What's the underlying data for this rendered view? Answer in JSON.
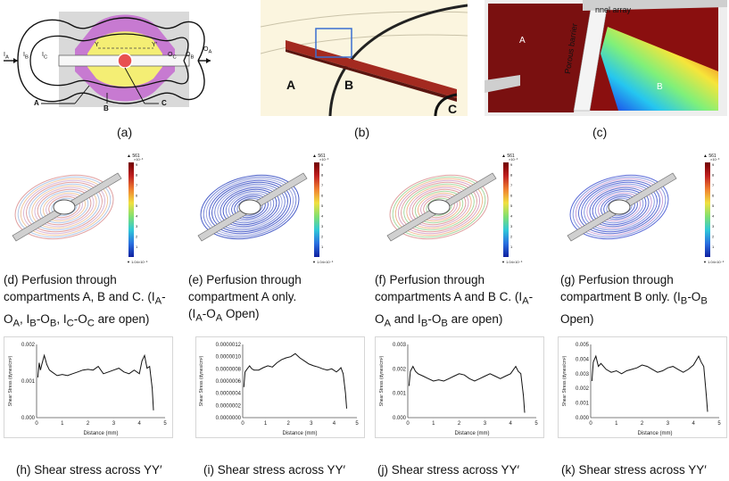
{
  "panel_a": {
    "caption": "(a)",
    "labels": {
      "ia": "I",
      "ia_sub": "A",
      "ib": "I",
      "ib_sub": "B",
      "ic": "I",
      "ic_sub": "C",
      "oc": "O",
      "oc_sub": "C",
      "ob": "O",
      "ob_sub": "B",
      "oa": "O",
      "oa_sub": "A",
      "y": "Y",
      "y2": "Y'",
      "a": "A",
      "b": "B",
      "c": "C"
    }
  },
  "panel_b": {
    "caption": "(b)",
    "labels": {
      "a": "A",
      "b": "B",
      "c": "C"
    }
  },
  "panel_c": {
    "caption": "(c)",
    "labels": {
      "a": "A",
      "b": "B",
      "porous": "Porous barrier",
      "array": "nnel array"
    }
  },
  "colorbars": [
    {
      "top": "▲ 561",
      "exp": "×10⁻³",
      "bottom": "▼ 1.04×10⁻⁶",
      "ticks": [
        "9",
        "8",
        "7",
        "6",
        "5",
        "4",
        "3",
        "2",
        "1"
      ]
    },
    {
      "top": "▲ 561",
      "exp": "×10⁻³",
      "bottom": "▼ 1.04×10⁻⁶",
      "ticks": [
        "9",
        "8",
        "7",
        "6",
        "5",
        "4",
        "3",
        "2",
        "1"
      ]
    },
    {
      "top": "▲ 561",
      "exp": "×10⁻³",
      "bottom": "▼ 1.04×10⁻⁶",
      "ticks": [
        "9",
        "8",
        "7",
        "6",
        "5",
        "4",
        "3",
        "2",
        "1"
      ]
    },
    {
      "top": "▲ 561",
      "exp": "×10⁻³",
      "bottom": "▼ 1.04×10⁻⁶",
      "ticks": [
        "9",
        "8",
        "7",
        "6",
        "5",
        "4",
        "3",
        "2",
        "1"
      ]
    }
  ],
  "descriptions": {
    "d": {
      "l1": "(d) Perfusion through",
      "l2a": "compartments A, B and C. (I",
      "l2b": "A",
      "l2c": "-",
      "l3": [
        [
          "O",
          "A"
        ],
        [
          ",  I",
          ""
        ],
        [
          "",
          "B"
        ],
        [
          "-O",
          ""
        ],
        [
          "",
          "B"
        ],
        [
          ",  I",
          ""
        ],
        [
          "",
          "C"
        ],
        [
          "-O",
          ""
        ],
        [
          "",
          "C"
        ],
        [
          " are open)",
          ""
        ]
      ]
    },
    "e": {
      "l1": "(e) Perfusion through",
      "l2": "compartment A only.",
      "l3": [
        [
          "(I",
          ""
        ],
        [
          "",
          "A"
        ],
        [
          "-O",
          ""
        ],
        [
          "",
          "A"
        ],
        [
          " Open)",
          ""
        ]
      ]
    },
    "f": {
      "l1": "(f) Perfusion through",
      "l2a": "compartments A and B C. (I",
      "l2b": "A",
      "l2c": "-",
      "l3": [
        [
          "O",
          ""
        ],
        [
          "",
          "A"
        ],
        [
          " and I",
          ""
        ],
        [
          "",
          "B"
        ],
        [
          "-O",
          ""
        ],
        [
          "",
          "B"
        ],
        [
          " are open)",
          ""
        ]
      ]
    },
    "g": {
      "l1": "(g) Perfusion through",
      "l2": [
        [
          "compartment B only.  (I",
          ""
        ],
        [
          "",
          "B"
        ],
        [
          "-O",
          ""
        ],
        [
          "",
          "B"
        ]
      ],
      "l3": "Open)"
    }
  },
  "bottom_captions": {
    "h": "(h) Shear stress across YY′",
    "i": "(i) Shear stress across YY′",
    "j": "(j) Shear stress across YY′",
    "k": "(k) Shear stress across YY′"
  },
  "chart_data": [
    {
      "type": "line",
      "ylabel": "Shear Stress (dynes/cm²)",
      "xlabel": "Distance (mm)",
      "xlim": [
        0,
        5
      ],
      "ylim": [
        0,
        0.002
      ],
      "xticks": [
        "0",
        "1",
        "2",
        "3",
        "4",
        "5"
      ],
      "yticks": [
        "0.000",
        "0.001",
        "0.002"
      ],
      "x": [
        0.05,
        0.1,
        0.15,
        0.2,
        0.3,
        0.4,
        0.5,
        0.6,
        0.8,
        1.0,
        1.2,
        1.4,
        1.6,
        1.8,
        2.0,
        2.2,
        2.4,
        2.6,
        2.8,
        3.0,
        3.2,
        3.4,
        3.6,
        3.8,
        4.0,
        4.1,
        4.2,
        4.3,
        4.4,
        4.5,
        4.55
      ],
      "y": [
        0.0011,
        0.0015,
        0.0013,
        0.00145,
        0.0017,
        0.00145,
        0.0013,
        0.00125,
        0.00115,
        0.00118,
        0.00115,
        0.0012,
        0.00125,
        0.0013,
        0.00132,
        0.0013,
        0.0014,
        0.0012,
        0.00125,
        0.0013,
        0.00135,
        0.00125,
        0.0012,
        0.0013,
        0.0012,
        0.00155,
        0.0017,
        0.00135,
        0.0014,
        0.0008,
        0.0002
      ]
    },
    {
      "type": "line",
      "ylabel": "Shear Stress (dynes/cm²)",
      "xlabel": "Distance (mm)",
      "xlim": [
        0,
        5
      ],
      "ylim": [
        0,
        1.2e-06
      ],
      "xticks": [
        "0",
        "1",
        "2",
        "3",
        "4",
        "5"
      ],
      "yticks": [
        "0.0000000",
        "0.0000002",
        "0.0000004",
        "0.0000006",
        "0.0000008",
        "0.0000010",
        "0.0000012"
      ],
      "x": [
        0.05,
        0.1,
        0.2,
        0.3,
        0.4,
        0.5,
        0.7,
        0.9,
        1.1,
        1.3,
        1.5,
        1.7,
        1.9,
        2.1,
        2.3,
        2.5,
        2.7,
        2.9,
        3.1,
        3.3,
        3.5,
        3.7,
        3.9,
        4.1,
        4.2,
        4.3,
        4.4,
        4.5,
        4.55
      ],
      "y": [
        5e-07,
        7.5e-07,
        8e-07,
        8.5e-07,
        8e-07,
        7.8e-07,
        7.8e-07,
        8.2e-07,
        8.5e-07,
        8.3e-07,
        9e-07,
        9.5e-07,
        9.8e-07,
        1e-06,
        1.05e-06,
        9.8e-07,
        9.3e-07,
        8.8e-07,
        8.5e-07,
        8.3e-07,
        8e-07,
        7.8e-07,
        8e-07,
        7.5e-07,
        7.8e-07,
        8.2e-07,
        7.2e-07,
        4e-07,
        1.5e-07
      ]
    },
    {
      "type": "line",
      "ylabel": "Shear Stress (dynes/cm²)",
      "xlabel": "Distance (mm)",
      "xlim": [
        0,
        5
      ],
      "ylim": [
        0,
        0.003
      ],
      "xticks": [
        "0",
        "1",
        "2",
        "3",
        "4",
        "5"
      ],
      "yticks": [
        "0.000",
        "0.001",
        "0.002",
        "0.003"
      ],
      "x": [
        0.05,
        0.1,
        0.2,
        0.3,
        0.4,
        0.6,
        0.8,
        1.0,
        1.2,
        1.4,
        1.6,
        1.8,
        2.0,
        2.2,
        2.4,
        2.6,
        2.8,
        3.0,
        3.2,
        3.4,
        3.6,
        3.8,
        4.0,
        4.2,
        4.3,
        4.4,
        4.5,
        4.55
      ],
      "y": [
        0.0013,
        0.0019,
        0.0021,
        0.0019,
        0.0018,
        0.0017,
        0.0016,
        0.0015,
        0.00155,
        0.0015,
        0.0016,
        0.0017,
        0.0018,
        0.00175,
        0.0016,
        0.0015,
        0.0016,
        0.0017,
        0.0018,
        0.0017,
        0.0016,
        0.0017,
        0.0018,
        0.0021,
        0.0019,
        0.0018,
        0.0009,
        0.0002
      ]
    },
    {
      "type": "line",
      "ylabel": "Shear Stress (dynes/cm²)",
      "xlabel": "Distance (mm)",
      "xlim": [
        0,
        5
      ],
      "ylim": [
        0,
        0.005
      ],
      "xticks": [
        "0",
        "1",
        "2",
        "3",
        "4",
        "5"
      ],
      "yticks": [
        "0.000",
        "0.001",
        "0.002",
        "0.003",
        "0.004",
        "0.005"
      ],
      "x": [
        0.05,
        0.1,
        0.2,
        0.3,
        0.4,
        0.6,
        0.8,
        1.0,
        1.2,
        1.4,
        1.6,
        1.8,
        2.0,
        2.2,
        2.4,
        2.6,
        2.8,
        3.0,
        3.2,
        3.4,
        3.6,
        3.8,
        4.0,
        4.2,
        4.3,
        4.4,
        4.5,
        4.55
      ],
      "y": [
        0.0025,
        0.0038,
        0.0042,
        0.0035,
        0.0037,
        0.0033,
        0.0031,
        0.0032,
        0.003,
        0.0032,
        0.0033,
        0.0034,
        0.0036,
        0.0035,
        0.0033,
        0.0031,
        0.0032,
        0.0034,
        0.0035,
        0.0033,
        0.0031,
        0.0033,
        0.0036,
        0.0042,
        0.0038,
        0.0035,
        0.0015,
        0.0004
      ]
    }
  ]
}
